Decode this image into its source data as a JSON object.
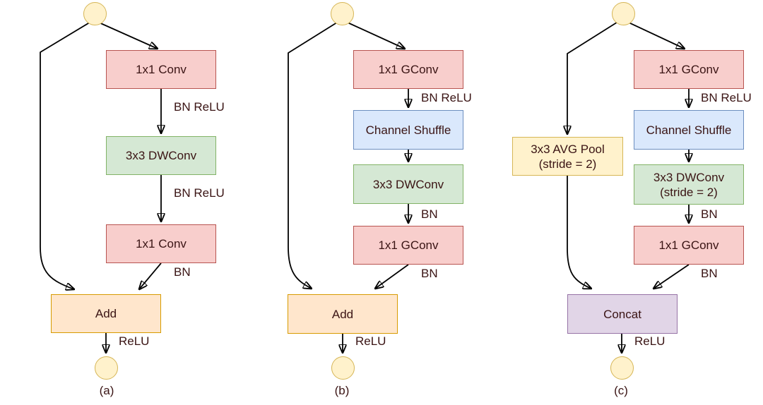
{
  "figure": {
    "text_color": "#3a1414",
    "arrow_color": "#000000",
    "palette": {
      "conv_fill": "#f8cecc",
      "conv_stroke": "#b85450",
      "dwconv_fill": "#d5e8d4",
      "dwconv_stroke": "#82b366",
      "shuffle_fill": "#dae8fc",
      "shuffle_stroke": "#6c8ebf",
      "add_fill": "#ffe6cc",
      "add_stroke": "#d79b00",
      "pool_fill": "#fff2cc",
      "pool_stroke": "#d6b656",
      "concat_fill": "#e1d5e7",
      "concat_stroke": "#9673a6",
      "io_fill": "#fff2cc",
      "io_stroke": "#d6b656"
    }
  },
  "diagram_a": {
    "caption": "(a)",
    "nodes": {
      "conv1": "1x1 Conv",
      "dwconv": "3x3 DWConv",
      "conv2": "1x1 Conv",
      "add": "Add"
    },
    "labels": {
      "bn_relu_1": "BN ReLU",
      "bn_relu_2": "BN ReLU",
      "bn": "BN",
      "relu": "ReLU"
    }
  },
  "diagram_b": {
    "caption": "(b)",
    "nodes": {
      "gconv1": "1x1 GConv",
      "shuffle": "Channel Shuffle",
      "dwconv": "3x3 DWConv",
      "gconv2": "1x1 GConv",
      "add": "Add"
    },
    "labels": {
      "bn_relu": "BN ReLU",
      "bn_1": "BN",
      "bn_2": "BN",
      "relu": "ReLU"
    }
  },
  "diagram_c": {
    "caption": "(c)",
    "nodes": {
      "avgpool_line1": "3x3 AVG Pool",
      "avgpool_line2": "(stride = 2)",
      "gconv1": "1x1 GConv",
      "shuffle": "Channel Shuffle",
      "dwconv_line1": "3x3 DWConv",
      "dwconv_line2": "(stride = 2)",
      "gconv2": "1x1 GConv",
      "concat": "Concat"
    },
    "labels": {
      "bn_relu": "BN ReLU",
      "bn_1": "BN",
      "bn_2": "BN",
      "relu": "ReLU"
    }
  }
}
